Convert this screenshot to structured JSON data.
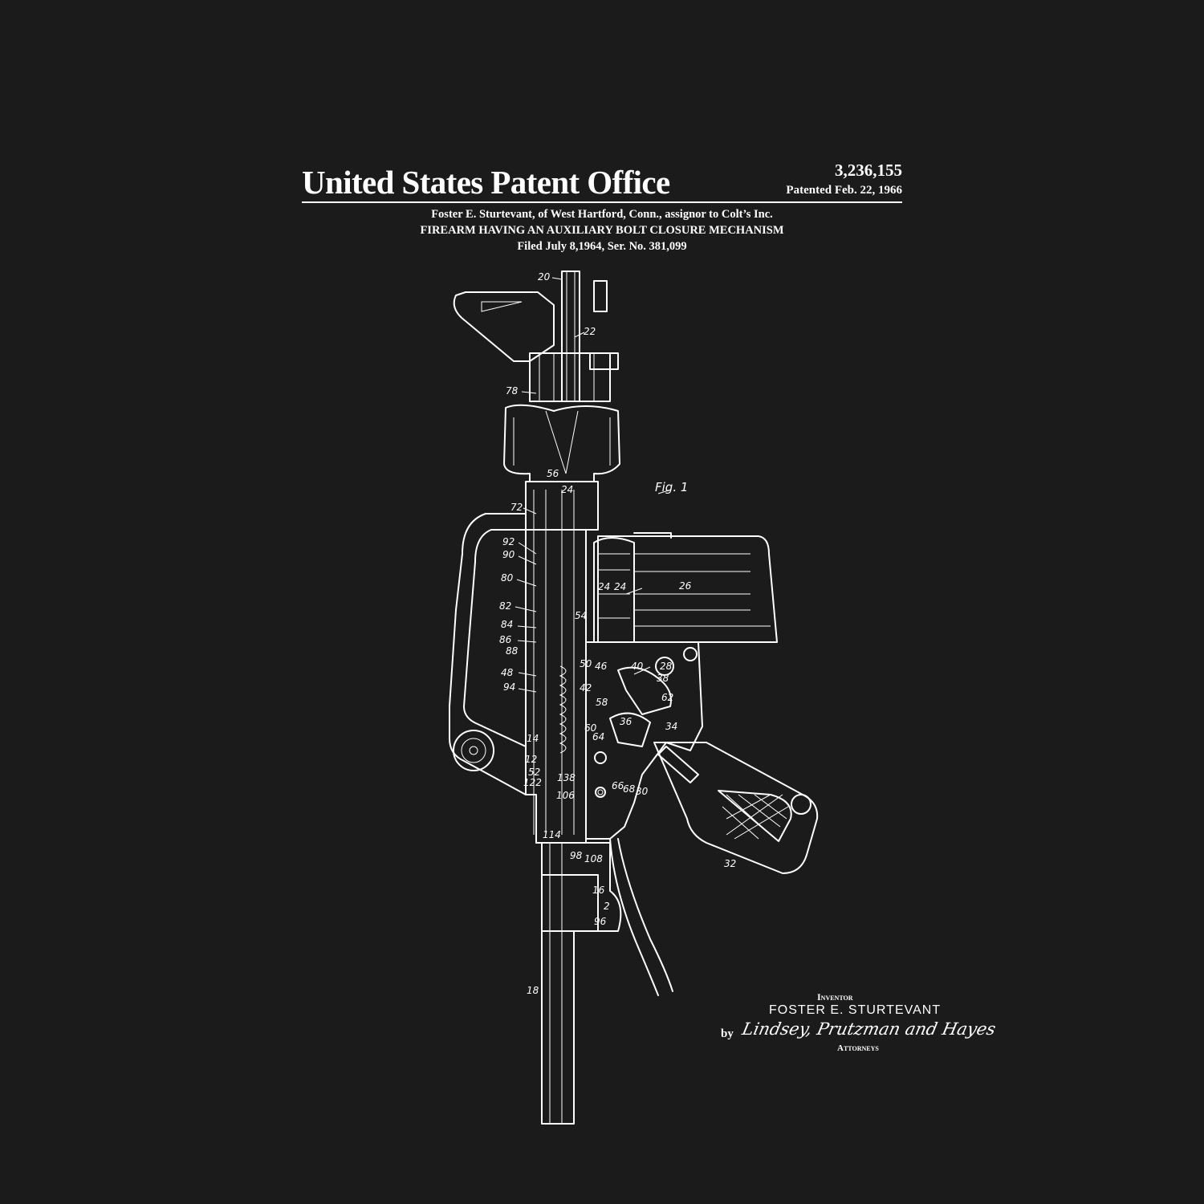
{
  "header": {
    "title": "United States Patent Office",
    "patent_number": "3,236,155",
    "patented_date": "Patented Feb. 22, 1966",
    "inventor_line": "Foster E. Sturtevant, of West Hartford, Conn., assignor to Colt’s Inc.",
    "invention_title": "FIREARM HAVING AN AUXILIARY BOLT CLOSURE MECHANISM",
    "filing_line": "Filed July 8,1964, Ser. No. 381,099"
  },
  "figure": {
    "caption": "Fig. 1",
    "labels": [
      "20",
      "22",
      "78",
      "56",
      "24",
      "72",
      "92",
      "90",
      "80",
      "82",
      "84",
      "86",
      "88",
      "48",
      "94",
      "14",
      "12",
      "52",
      "122",
      "138",
      "106",
      "114",
      "98",
      "108",
      "16",
      "2",
      "96",
      "18",
      "26",
      "24",
      "24",
      "54",
      "50",
      "46",
      "40",
      "28",
      "38",
      "42",
      "62",
      "58",
      "36",
      "60",
      "64",
      "34",
      "66",
      "68",
      "30",
      "32"
    ]
  },
  "footer": {
    "inventor_caption": "Inventor",
    "inventor_name": "FOSTER  E. STURTEVANT",
    "by_label": "by",
    "attorneys_signature": "Lindsey, Prutzman and Hayes",
    "attorneys_caption": "Attorneys"
  }
}
